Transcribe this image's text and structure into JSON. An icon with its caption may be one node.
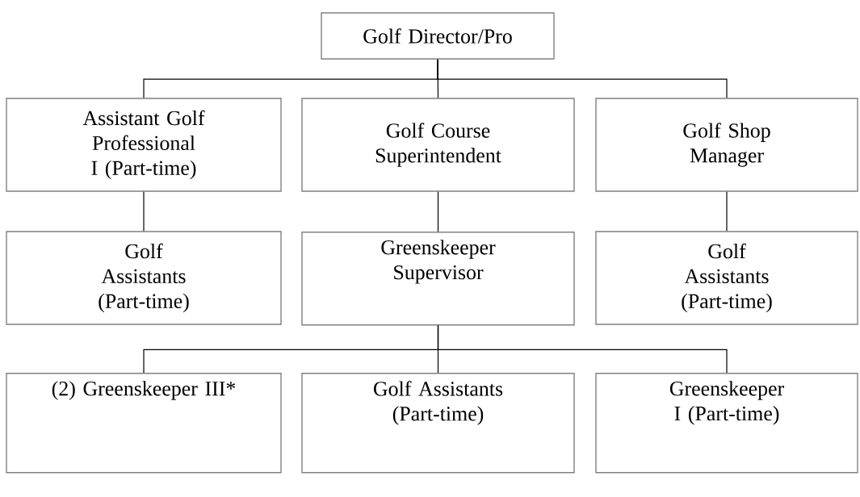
{
  "diagram": {
    "nodes": [
      {
        "text": [
          "Golf Director/Pro"
        ]
      },
      {
        "text": [
          "Assistant Golf Professional I (Part-time)"
        ]
      },
      {
        "text": [
          "Golf Course Superintendent"
        ]
      },
      {
        "text": [
          "Golf Shop Manager"
        ]
      },
      {
        "text": [
          "Golf Assistants (Part-time)"
        ]
      },
      {
        "text": [
          "Greenskeeper Supervisor"
        ]
      },
      {
        "text": [
          "Golf Assistants (Part-time)"
        ]
      },
      {
        "text": [
          "(2) Greenskeeper III*"
        ]
      },
      {
        "text": [
          "Golf Assistants (Part-time)"
        ]
      },
      {
        "text": [
          "Greenskeeper I (Part-time)"
        ]
      }
    ],
    "edges": [
      {
        "from": 0,
        "to": 1,
        "arrow": "none"
      },
      {
        "from": 0,
        "to": 2,
        "arrow": "none"
      },
      {
        "from": 0,
        "to": 3,
        "arrow": "none"
      },
      {
        "from": 1,
        "to": 4,
        "arrow": "none"
      },
      {
        "from": 2,
        "to": 5,
        "arrow": "none"
      },
      {
        "from": 3,
        "to": 6,
        "arrow": "none"
      },
      {
        "from": 5,
        "to": 7,
        "arrow": "none"
      },
      {
        "from": 5,
        "to": 8,
        "arrow": "none"
      },
      {
        "from": 5,
        "to": 9,
        "arrow": "none"
      }
    ]
  }
}
